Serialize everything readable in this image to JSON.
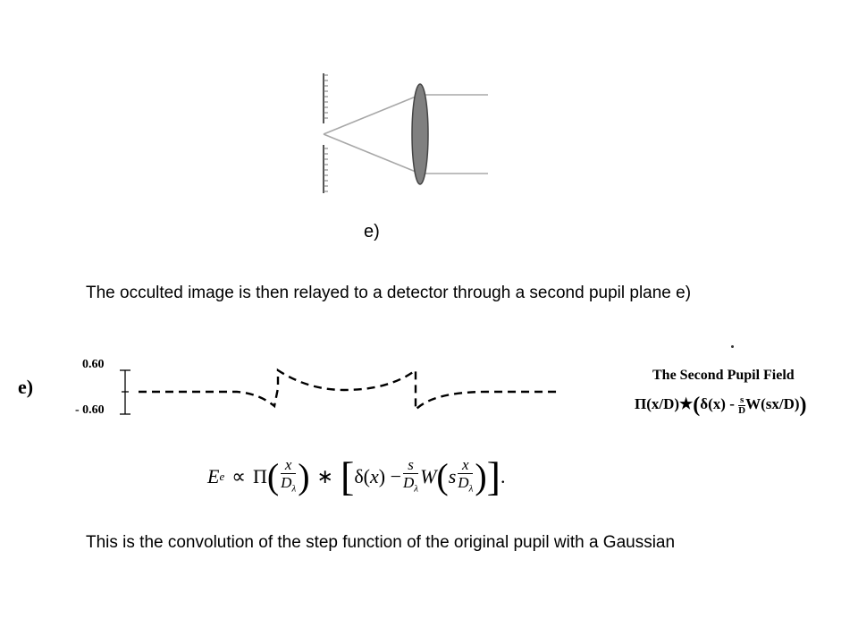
{
  "caption": "e)",
  "paragraph_1": "The occulted image is then relayed to a detector through a second pupil plane e)",
  "panel": {
    "label": "e)",
    "tick_top": "0.60",
    "tick_bottom": "- 0.60"
  },
  "field": {
    "title": "The Second Pupil Field"
  },
  "paragraph_2": "This is the convolution of the step function of the original pupil with a Gaussian",
  "colors": {
    "lens_fill": "#808080",
    "rays": "#a8a8a8",
    "ink": "#000000"
  }
}
